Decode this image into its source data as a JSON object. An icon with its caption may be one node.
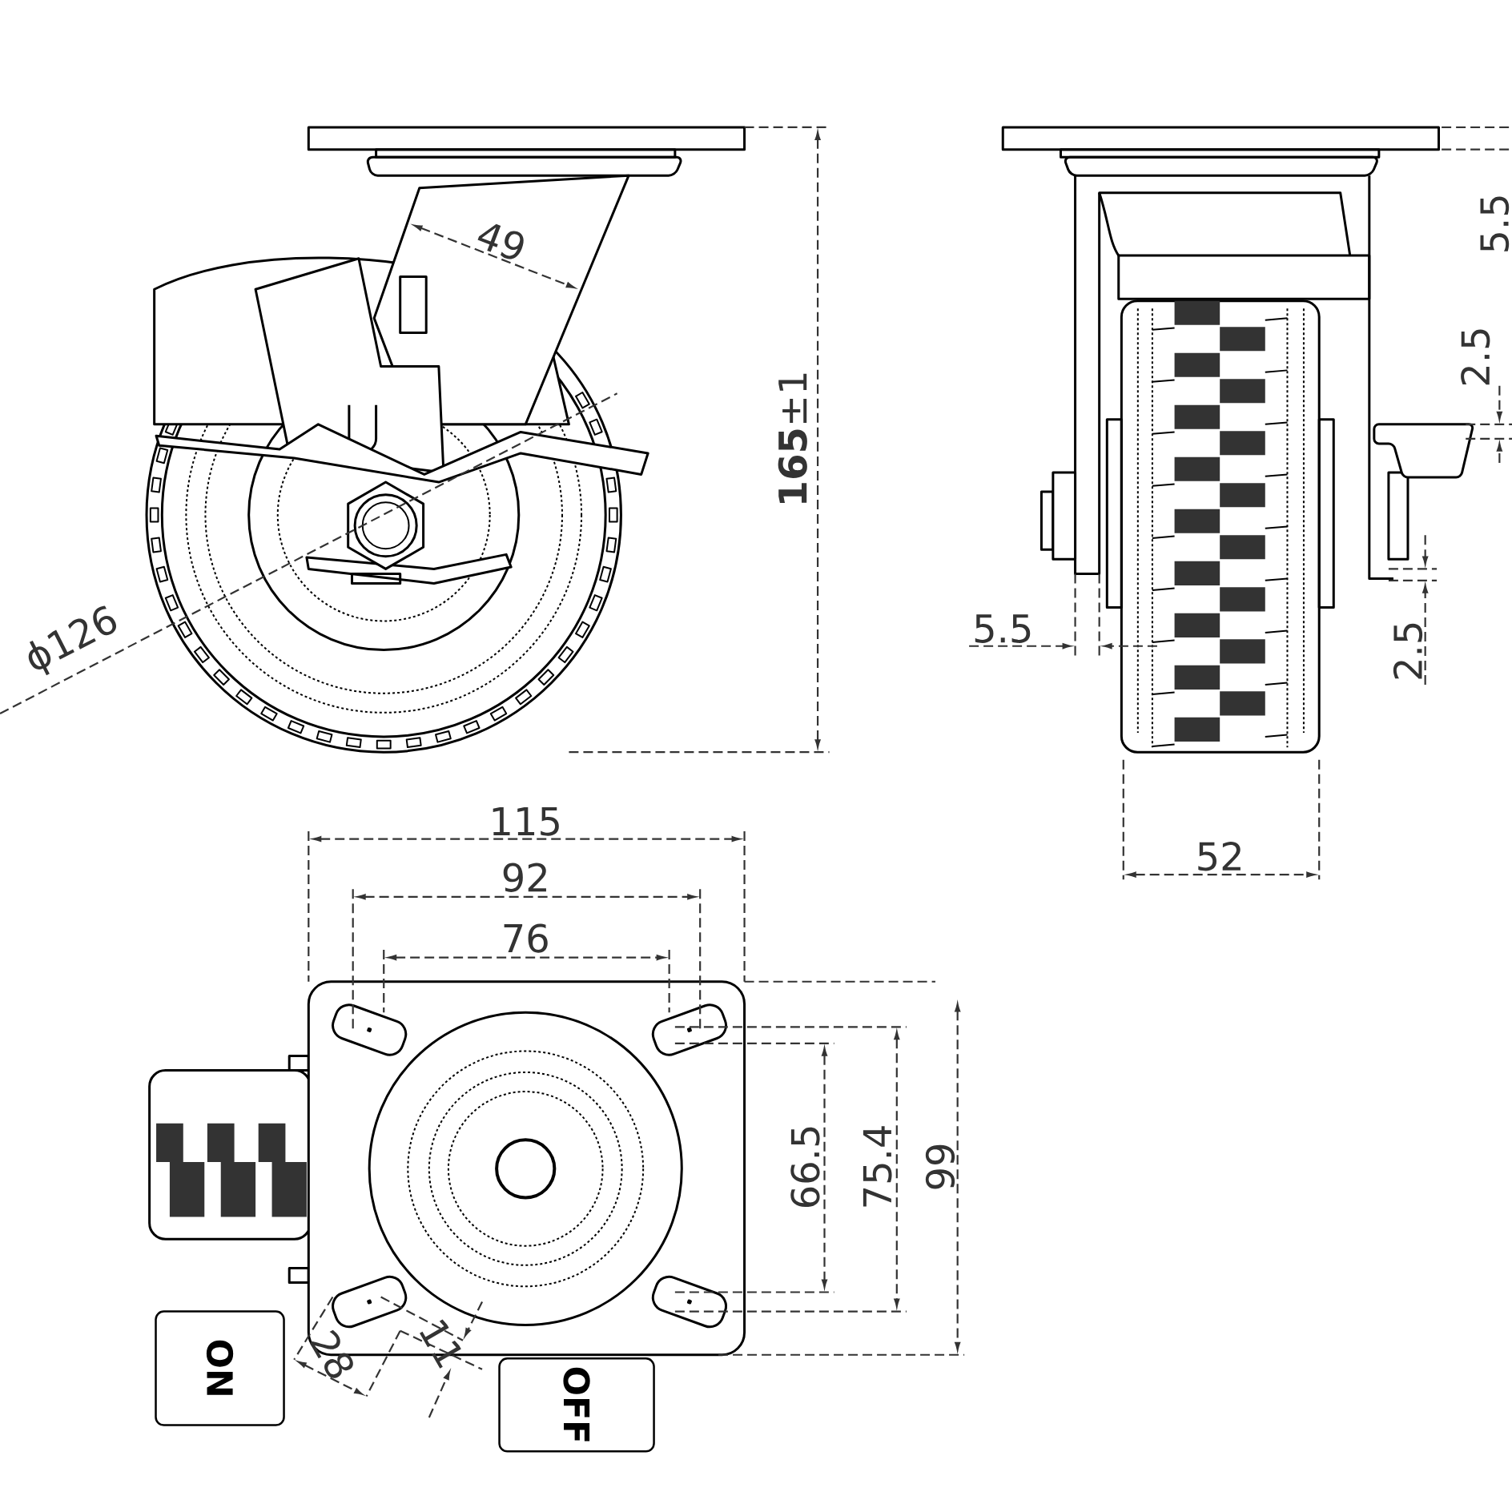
{
  "diagram": {
    "nodes": [
      {
        "text": [
          "ON"
        ]
      },
      {
        "text": [
          "OFF"
        ]
      }
    ],
    "labels": [
      "49",
      "ϕ126",
      "**165**±1",
      "5.5",
      "2.5",
      "5.5",
      "2.5",
      "52",
      "115",
      "92",
      "76",
      "66.5",
      "75.4",
      "99",
      "28",
      "11"
    ]
  }
}
